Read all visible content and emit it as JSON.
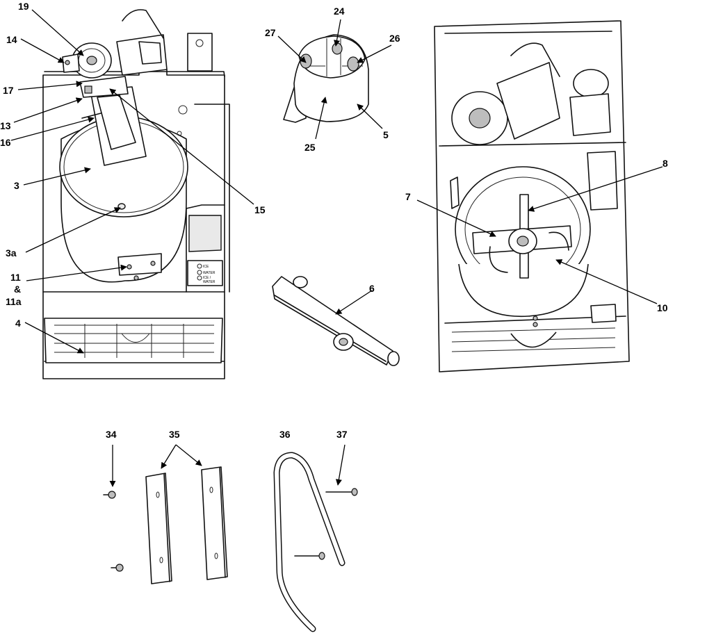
{
  "callouts": {
    "c19": "19",
    "c14": "14",
    "c17": "17",
    "c13": "13",
    "c16": "16",
    "c3": "3",
    "c3a": "3a",
    "c11": "11",
    "c11amp": "&",
    "c11a": "11a",
    "c4": "4",
    "c15": "15",
    "c24": "24",
    "c27": "27",
    "c26": "26",
    "c25": "25",
    "c5": "5",
    "c6": "6",
    "c7": "7",
    "c8": "8",
    "c10": "10",
    "c34": "34",
    "c35": "35",
    "c36": "36",
    "c37": "37"
  },
  "panel_labels": {
    "ice": "ICE",
    "water": "WATER",
    "ice_water_1": "ICE /",
    "ice_water_2": "WATER"
  }
}
